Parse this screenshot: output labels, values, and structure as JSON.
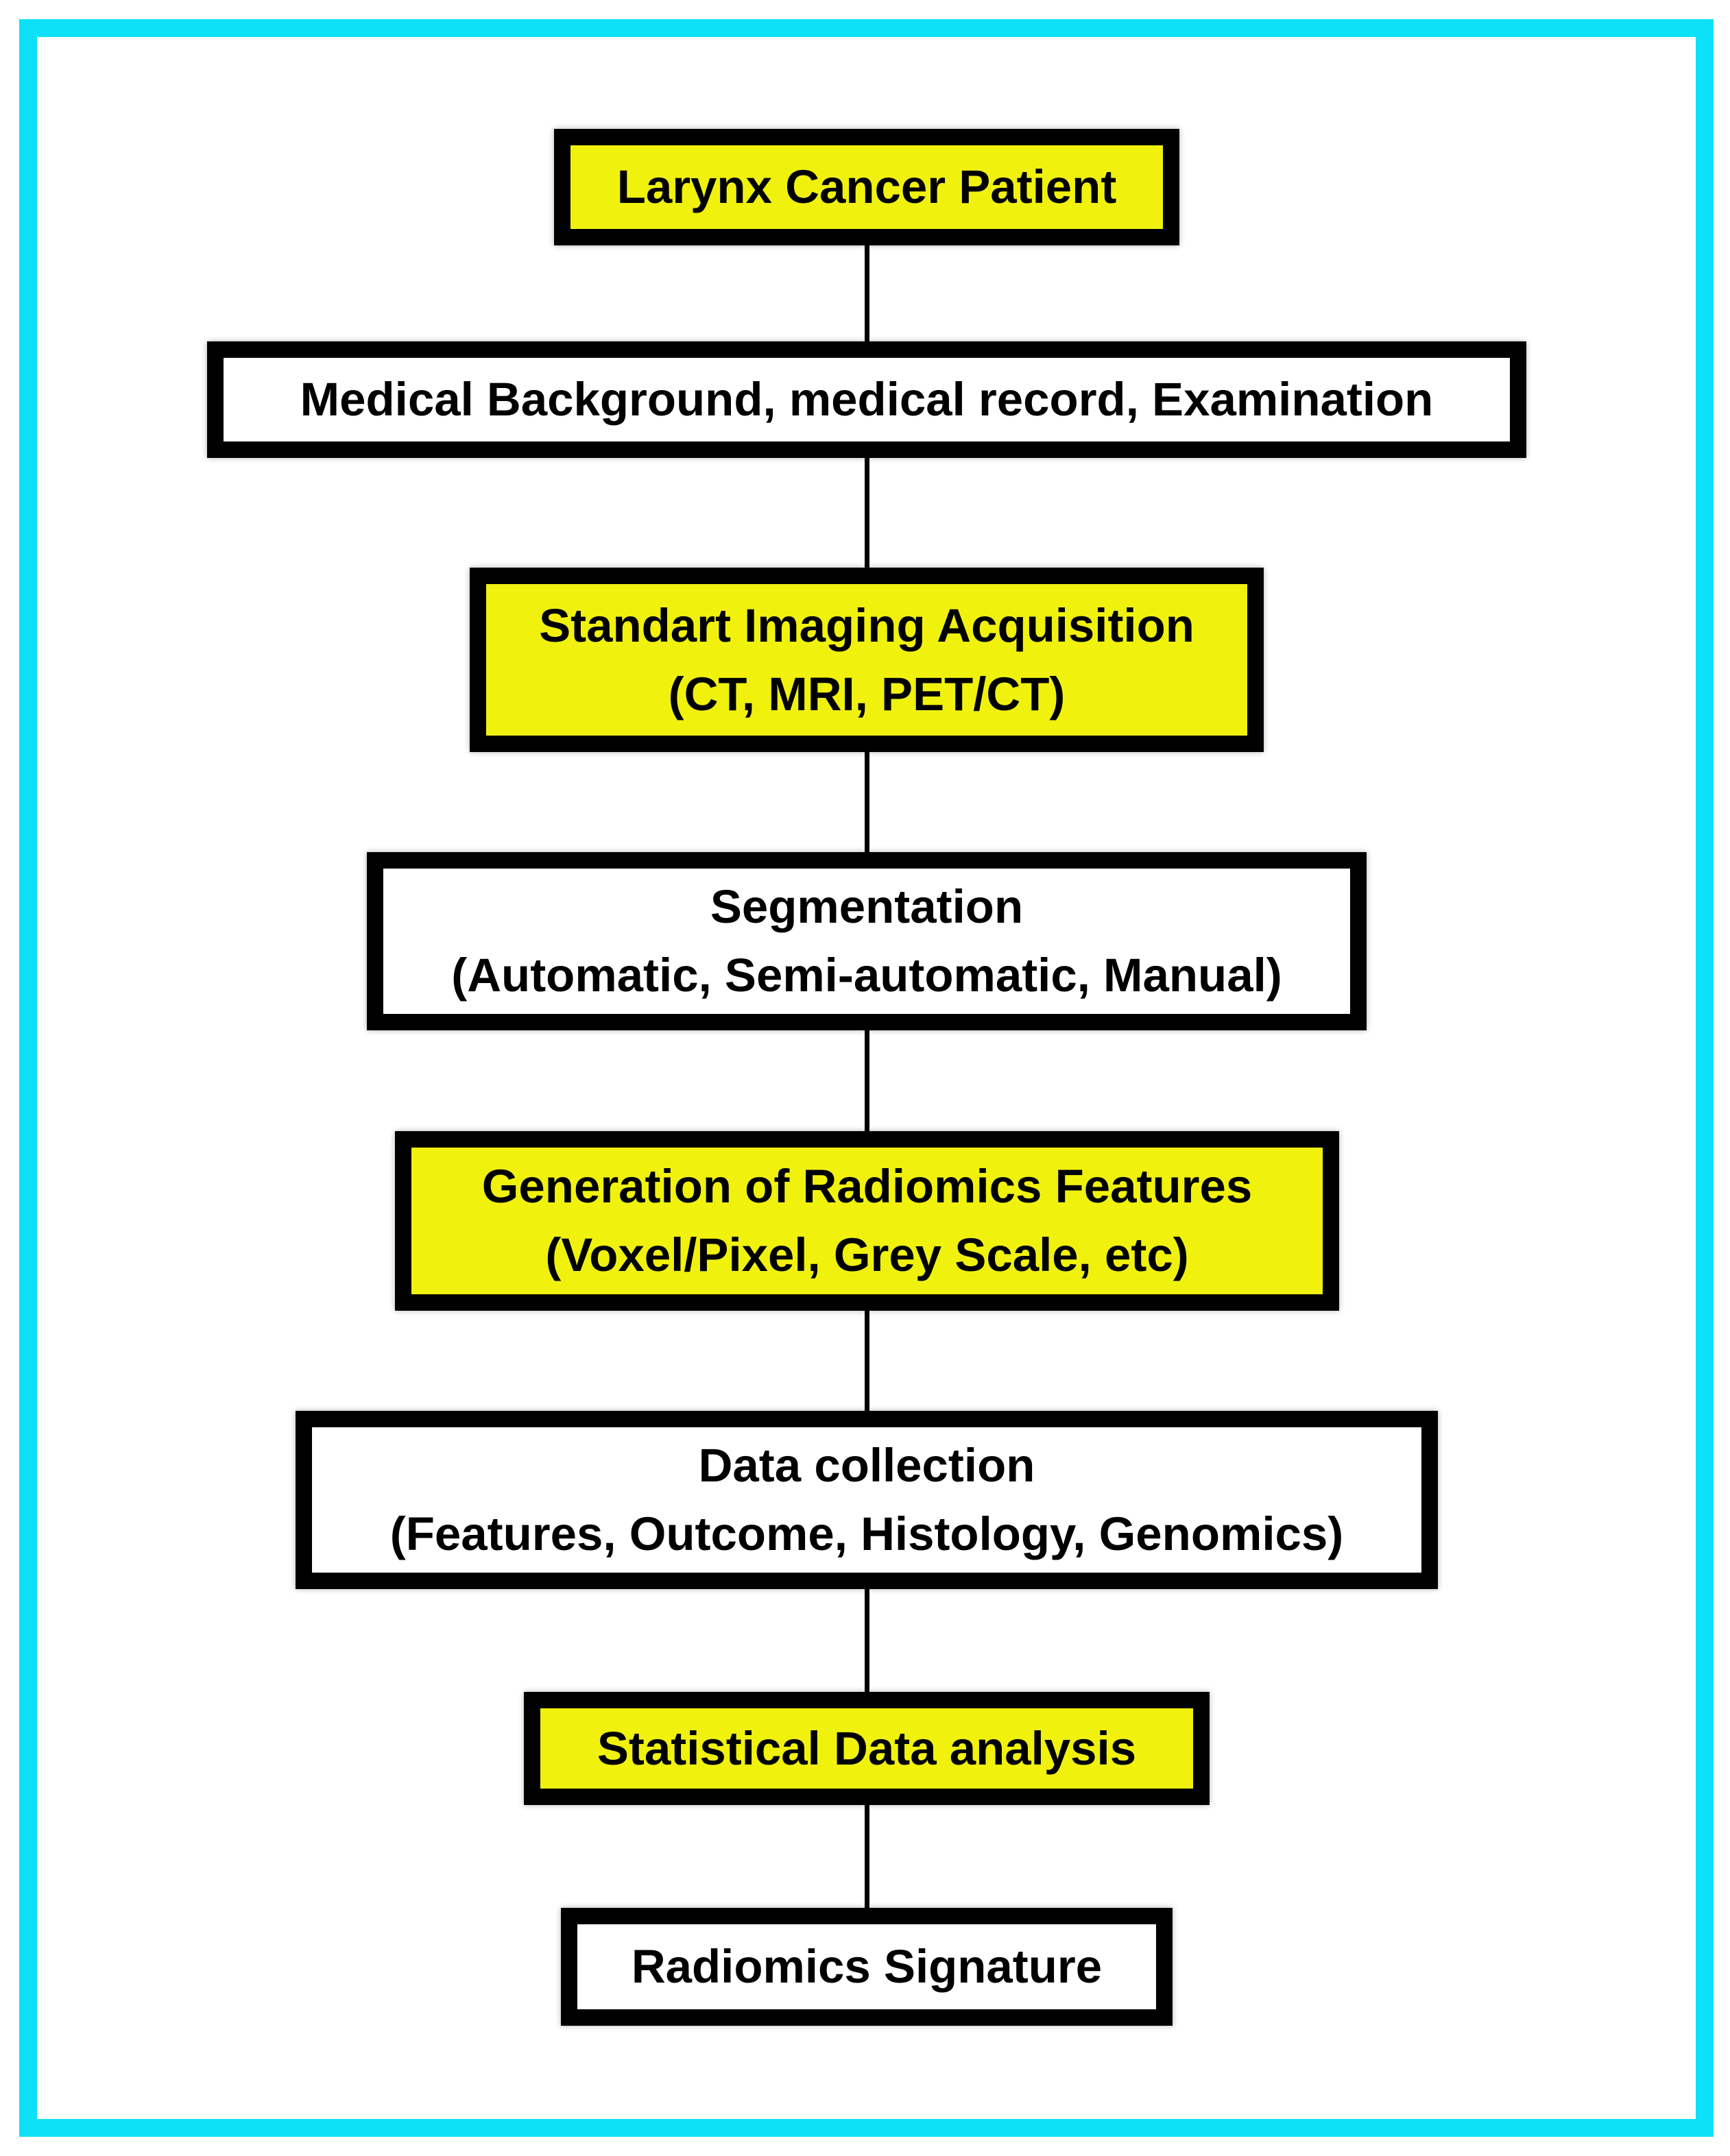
{
  "figure": {
    "type": "flowchart",
    "title_semantics": "Radiomics workflow for larynx cancer",
    "colors": {
      "frame": "#0ce1f8",
      "yellow": "#f0f20e",
      "white": "#ffffff",
      "line": "#000000",
      "text": "#000000"
    },
    "nodes": [
      {
        "id": "larynx-cancer-patient",
        "fill": "yellow",
        "lines": [
          "Larynx Cancer Patient"
        ]
      },
      {
        "id": "medical-background",
        "fill": "white",
        "lines": [
          "Medical Background, medical record, Examination"
        ]
      },
      {
        "id": "imaging-acquisition",
        "fill": "yellow",
        "lines": [
          "Standart Imaging Acquisition",
          "(CT, MRI, PET/CT)"
        ]
      },
      {
        "id": "segmentation",
        "fill": "white",
        "lines": [
          "Segmentation",
          "(Automatic, Semi-automatic, Manual)"
        ]
      },
      {
        "id": "radiomics-features",
        "fill": "yellow",
        "lines": [
          "Generation of Radiomics Features",
          "(Voxel/Pixel, Grey Scale, etc)"
        ]
      },
      {
        "id": "data-collection",
        "fill": "white",
        "lines": [
          "Data collection",
          "(Features, Outcome, Histology, Genomics)"
        ]
      },
      {
        "id": "statistical-analysis",
        "fill": "yellow",
        "lines": [
          "Statistical Data analysis"
        ]
      },
      {
        "id": "radiomics-signature",
        "fill": "white",
        "lines": [
          "Radiomics Signature"
        ]
      }
    ],
    "connections": [
      "larynx-cancer-patient -> medical-background",
      "medical-background -> imaging-acquisition",
      "imaging-acquisition -> segmentation",
      "segmentation -> radiomics-features",
      "radiomics-features -> data-collection",
      "data-collection -> statistical-analysis",
      "statistical-analysis -> radiomics-signature"
    ]
  }
}
